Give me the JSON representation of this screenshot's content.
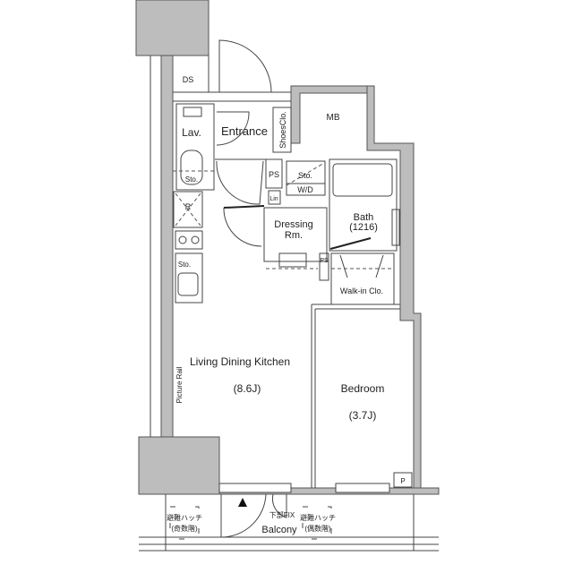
{
  "rooms": {
    "ds": "DS",
    "mb": "MB",
    "lav": "Lav.",
    "entrance": "Entrance",
    "shoes_clo": "ShoesClo.",
    "ps_upper": "PS",
    "sto_wd_sto": "Sto.",
    "sto_wd_wd": "W/D",
    "lin": "Lin",
    "lav_sto": "Sto.",
    "fridge": "R",
    "kitchen_sto": "Sto.",
    "dressing_line1": "Dressing",
    "dressing_line2": "Rm.",
    "bath_line1": "Bath",
    "bath_line2": "(1216)",
    "ps_lower": "PS",
    "walkin": "Walk-in Clo.",
    "ldk": "Living Dining Kitchen",
    "ldk_size": "(8.6J)",
    "bedroom": "Bedroom",
    "bedroom_size": "(3.7J)",
    "picture_rail": "Picture Rail",
    "p": "P",
    "balcony": "Balcony",
    "fix_note": "下部FIX",
    "hatch_odd_line1": "避難ハッチ",
    "hatch_odd_line2": "(奇数階)",
    "hatch_even_line1": "避難ハッチ",
    "hatch_even_line2": "(偶数階)"
  },
  "colors": {
    "wall": "#bdbdbd",
    "line": "#444444"
  }
}
